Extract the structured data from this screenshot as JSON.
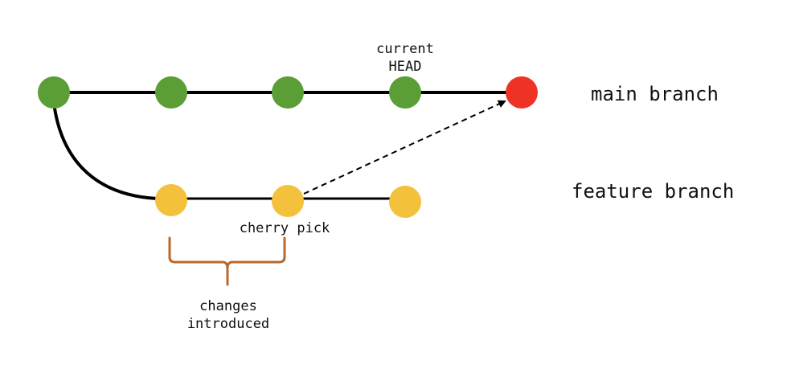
{
  "labels": {
    "main_branch": "main branch",
    "feature_branch": "feature branch",
    "current_head_line1": "current",
    "current_head_line2": "HEAD",
    "cherry_pick": "cherry pick",
    "changes_line1": "changes",
    "changes_line2": "introduced"
  },
  "colors": {
    "main_commit": "#5a9e35",
    "feature_commit": "#f3c13c",
    "new_commit": "#ee3325",
    "brace": "#b86a2e",
    "line": "#000000"
  },
  "commits": {
    "main_count": 4,
    "feature_count": 3,
    "cherry_picked": 1
  }
}
